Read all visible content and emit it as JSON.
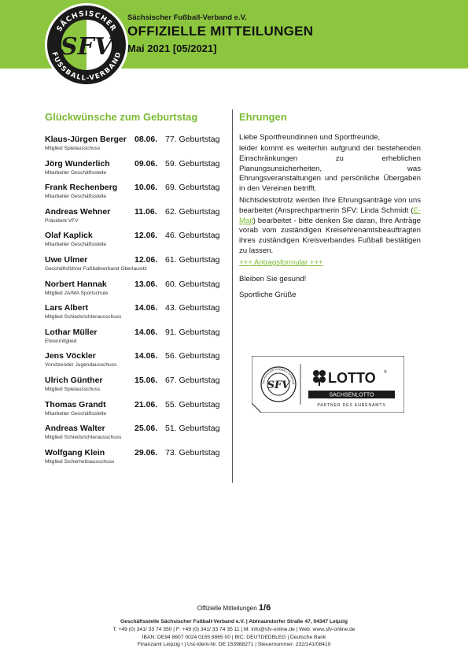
{
  "header": {
    "org_name": "Sächsischer Fußball-Verband e.V.",
    "title": "OFFIZIELLE MITTEILUNGEN",
    "issue": "Mai 2021 [05/2021]",
    "logo": {
      "top_text": "SÄCHSISCHER",
      "bottom_text": "FUSSBALL-VERBAND",
      "initials": "SFV"
    },
    "colors": {
      "brand_green": "#8cc63e",
      "title_green": "#7dbb36"
    }
  },
  "birthdays": {
    "title": "Glückwünsche zum Geburtstag",
    "items": [
      {
        "name": "Klaus-Jürgen Berger",
        "role": "Mitglied Spielausschuss",
        "date": "08.06.",
        "age": "77. Geburtstag"
      },
      {
        "name": "Jörg Wunderlich",
        "role": "Mitarbeiter Geschäftsstelle",
        "date": "09.06.",
        "age": "59. Geburtstag"
      },
      {
        "name": "Frank Rechenberg",
        "role": "Mitarbeiter Geschäftsstelle",
        "date": "10.06.",
        "age": "69. Geburtstag"
      },
      {
        "name": "Andreas Wehner",
        "role": "Präsident VFV",
        "date": "11.06.",
        "age": "62. Geburtstag"
      },
      {
        "name": "Olaf Kaplick",
        "role": "Mitarbeiter Geschäftsstelle",
        "date": "12.06.",
        "age": "46. Geburtstag"
      },
      {
        "name": "Uwe Ulmer",
        "role": "Geschäftsführer Fußballverband Oberlausitz",
        "date": "12.06.",
        "age": "61. Geburtstag"
      },
      {
        "name": "Norbert Hannak",
        "role": "Mitglied JA/MA Sportschule",
        "date": "13.06.",
        "age": "60. Geburtstag"
      },
      {
        "name": "Lars Albert",
        "role": "Mitglied Schiedsrichterausschuss",
        "date": "14.06.",
        "age": "43. Geburtstag"
      },
      {
        "name": "Lothar Müller",
        "role": "Ehrenmitglied",
        "date": "14.06.",
        "age": "91. Geburtstag"
      },
      {
        "name": "Jens Vöckler",
        "role": "Vorsitzender Jugendausschuss",
        "date": "14.06.",
        "age": "56. Geburtstag"
      },
      {
        "name": "Ulrich Günther",
        "role": "Mitglied Spielausschuss",
        "date": "15.06.",
        "age": "67. Geburtstag"
      },
      {
        "name": "Thomas Grandt",
        "role": "Mitarbeiter Geschäftsstelle",
        "date": "21.06.",
        "age": "55. Geburtstag"
      },
      {
        "name": "Andreas Walter",
        "role": "Mitglied Schiedsrichterausschuss",
        "date": "25.06.",
        "age": "51. Geburtstag"
      },
      {
        "name": "Wolfgang Klein",
        "role": "Mitglied Sicherheitsausschuss",
        "date": "29.06.",
        "age": "73. Geburtstag"
      }
    ]
  },
  "honors": {
    "title": "Ehrungen",
    "greeting": "Liebe Sportfreundinnen und Sportfreunde,",
    "p1": "leider kommt es weiterhin aufgrund der bestehenden Einschränkungen zu erheblichen Planungsunsicherheiten, was Ehrungsveranstaltungen und persönliche Übergaben in den Vereinen betrifft.",
    "p2_before": "Nichtsdestotrotz werden Ihre Ehrungsanträge von uns bearbeitet (Ansprechpartnerin SFV: Linda Schmidt (",
    "p2_link": "E-Mail",
    "p2_after": ") bearbeitet - bitte denken Sie daran, Ihre Anträge vorab vom zuständigen Kreisehrenamtsbeauftragten ihres zuständigen Kreisverbandes Fußball bestätigen zu lassen.",
    "form_link": "+++ Antragsformular +++",
    "closing": "Bleiben Sie gesund!",
    "signoff": "Sportliche Grüße"
  },
  "sponsor": {
    "brand": "LOTTO",
    "sub": "SACHSENLOTTO",
    "tagline": "PARTNER DES EHRENAMTS",
    "seal_text": "SÄCHSISCHER FUSSBALL-VERBAND"
  },
  "page": {
    "label": "Offizielle Mitteilungen",
    "number": "1/6"
  },
  "footer": {
    "line1": "Geschäftsstelle Sächsischer Fußball-Verband e.V. | Abtnaundorfer Straße 47, 04347 Leipzig",
    "line2": "T: +49 (0) 341/ 33 74 350 | F: +49 (0) 341/ 33 74 35 11 | M: info@sfv-online.de | Web: www.sfv-online.de",
    "line3": "IBAN: DE94 8607 0024 0155 8865 00 | BIC: DEUTDEDBLEG | Deutsche Bank",
    "line4": "Finanzamt Leipzig I | Ust-Ident-Nr. DE 153988271 | Steuernummer: 232/141/08410"
  }
}
